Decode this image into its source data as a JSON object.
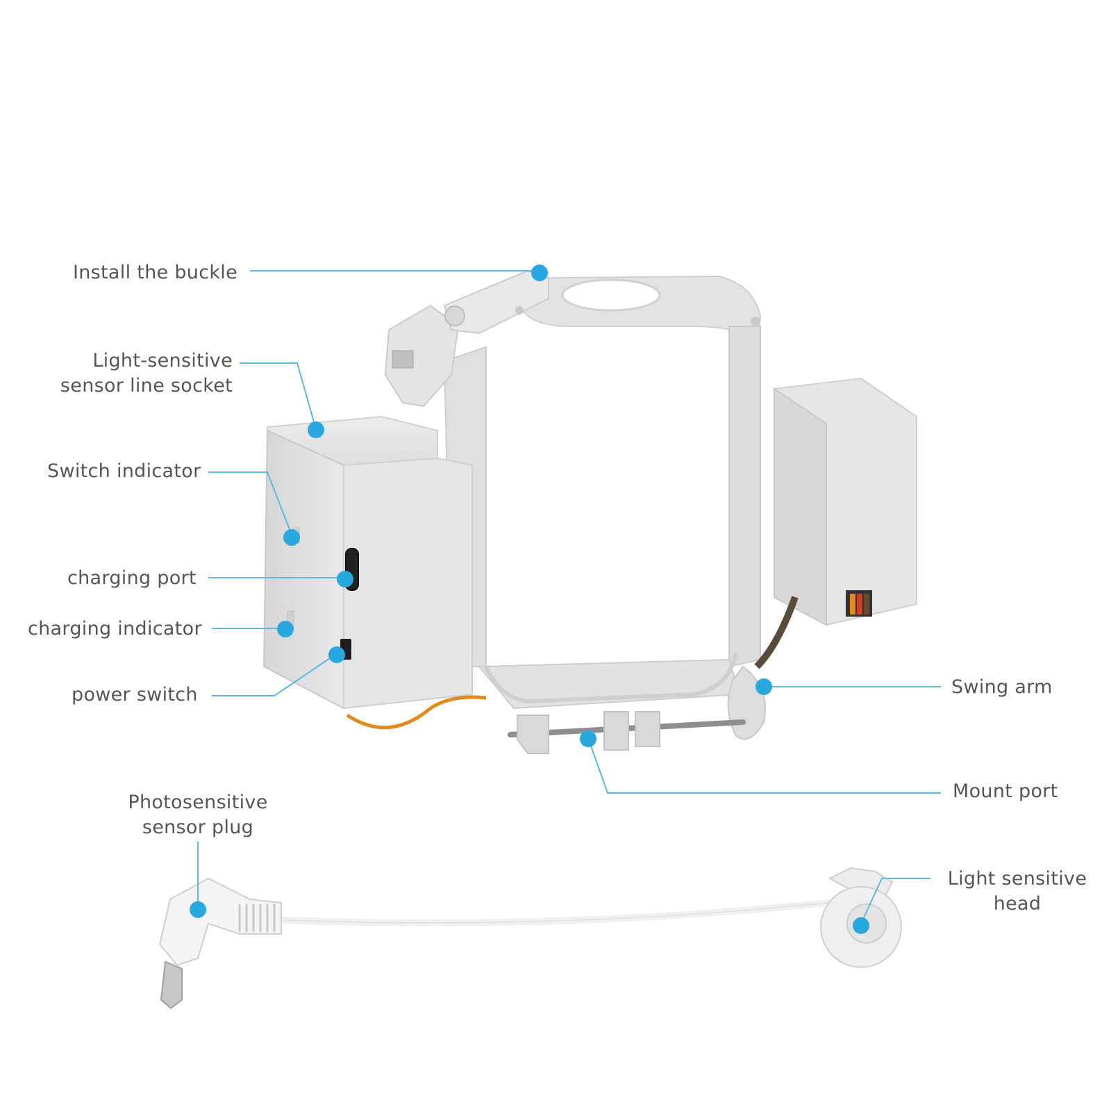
{
  "colors": {
    "accent": "#29a8e0",
    "leader": "#5bb8e0",
    "body": "#e6e6e6",
    "text": "#555555",
    "wire": "#e38a1e"
  },
  "labels": {
    "install_buckle": "Install the buckle",
    "sensor_line_socket": [
      "Light-sensitive",
      "sensor line socket"
    ],
    "switch_indicator": "Switch indicator",
    "charging_port": "charging port",
    "charging_indicator": "charging indicator",
    "power_switch": "power switch",
    "swing_arm": "Swing arm",
    "mount_port": "Mount port",
    "sensor_plug": [
      "Photosensitive",
      "sensor plug"
    ],
    "sensitive_head": [
      "Light sensitive",
      "head"
    ]
  }
}
